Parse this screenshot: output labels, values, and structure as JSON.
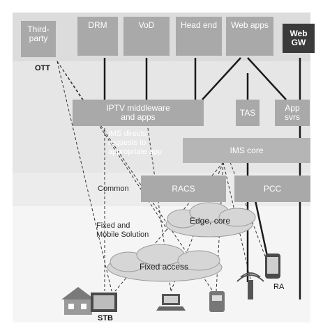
{
  "top_boxes": {
    "third_party": "Third-\nparty",
    "drm": "DRM",
    "vod": "VoD",
    "head_end": "Head end",
    "web_apps": "Web apps",
    "web_gw": "Web\nGW"
  },
  "ott": "OTT",
  "iptv": "IPTV middleware\nand apps",
  "tas": "TAS",
  "app_svrs": "App\nsvrs",
  "ims_note": "IMS directs\nrequests to\nappropriate app",
  "ims_core": "IMS core",
  "common": "Common",
  "racs": "RACS",
  "pcc": "PCC",
  "fixed_mobile": "Fixed and\nMobile Solution",
  "edge_core": "Edge, core",
  "fixed_access": "Fixed access",
  "stb": "STB",
  "ra": "RA",
  "colors": {
    "panel": "#e6e6e6",
    "band": "#d2d2d2",
    "box": "#a9a9a9",
    "dark": "#3a3a3a",
    "line": "#1a1a1a"
  }
}
